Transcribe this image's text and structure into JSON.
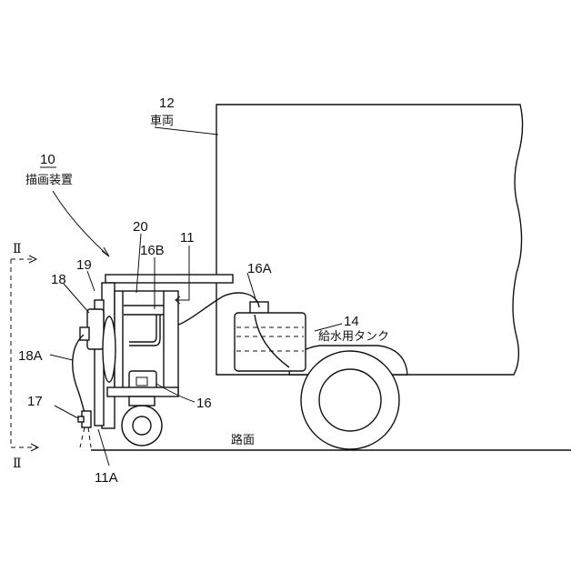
{
  "labels": {
    "vehicle_num": "12",
    "vehicle_name": "車両",
    "device_num": "10",
    "device_name": "描画装置",
    "l20": "20",
    "l16B": "16B",
    "l11": "11",
    "l19": "19",
    "l18": "18",
    "l18A": "18A",
    "l17": "17",
    "l11A": "11A",
    "l16": "16",
    "l16A": "16A",
    "tank_num": "14",
    "tank_name": "給水用タンク",
    "road": "路面",
    "section_top": "Ⅱ",
    "section_bottom": "Ⅱ"
  }
}
